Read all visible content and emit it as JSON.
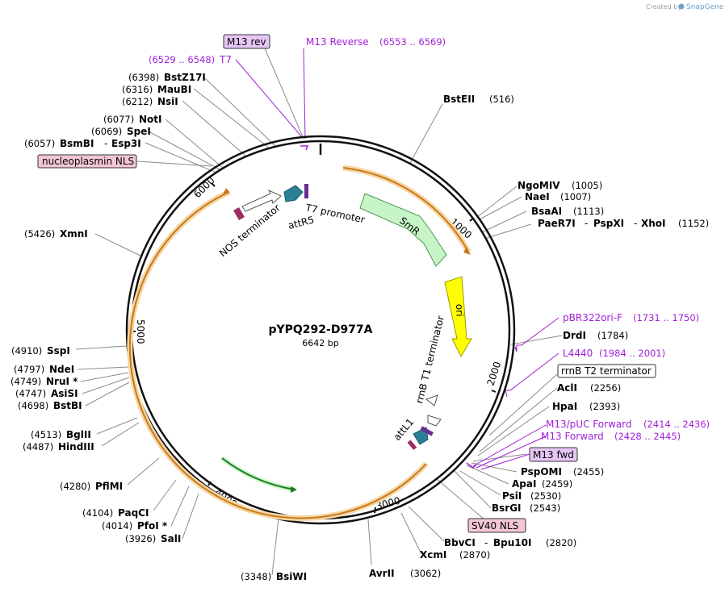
{
  "credit": {
    "prefix": "Created by",
    "brand": "SnapGene"
  },
  "plasmid": {
    "name": "pYPQ292-D977A",
    "length": "6642 bp"
  },
  "ticks": [
    "1000",
    "2000",
    "3000",
    "4000",
    "5000",
    "6000"
  ],
  "sites": [
    {
      "id": "bstz17i",
      "pos": "(6398)",
      "name": "BstZ17I"
    },
    {
      "id": "maubi",
      "pos": "(6316)",
      "name": "MauBI"
    },
    {
      "id": "nsii",
      "pos": "(6212)",
      "name": "NsiI"
    },
    {
      "id": "noti",
      "pos": "(6077)",
      "name": "NotI"
    },
    {
      "id": "spei",
      "pos": "(6069)",
      "name": "SpeI"
    },
    {
      "id": "bsmbi",
      "pos": "(6057)",
      "name": "BsmBI",
      "name2": "Esp3I"
    },
    {
      "id": "xmni",
      "pos": "(5426)",
      "name": "XmnI"
    },
    {
      "id": "sspi",
      "pos": "(4910)",
      "name": "SspI"
    },
    {
      "id": "ndei",
      "pos": "(4797)",
      "name": "NdeI"
    },
    {
      "id": "nrui",
      "pos": "(4749)",
      "name": "NruI *"
    },
    {
      "id": "asisi",
      "pos": "(4747)",
      "name": "AsiSI"
    },
    {
      "id": "bstbi",
      "pos": "(4698)",
      "name": "BstBI"
    },
    {
      "id": "bglii",
      "pos": "(4513)",
      "name": "BglII"
    },
    {
      "id": "hindiii",
      "pos": "(4487)",
      "name": "HindIII"
    },
    {
      "id": "pflmi",
      "pos": "(4280)",
      "name": "PflMI"
    },
    {
      "id": "paqci",
      "pos": "(4104)",
      "name": "PaqCI"
    },
    {
      "id": "pfoi",
      "pos": "(4014)",
      "name": "PfoI *"
    },
    {
      "id": "sali",
      "pos": "(3926)",
      "name": "SalI"
    },
    {
      "id": "bsiwi",
      "pos": "(3348)",
      "name": "BsiWI"
    },
    {
      "id": "avrii",
      "name": "AvrII",
      "pos": "(3062)"
    },
    {
      "id": "xcmi",
      "name": "XcmI",
      "pos": "(2870)"
    },
    {
      "id": "bbvci",
      "name": "BbvCI",
      "name2": "Bpu10I",
      "pos": "(2820)"
    },
    {
      "id": "bsrgi",
      "name": "BsrGI",
      "pos": "(2543)"
    },
    {
      "id": "psii",
      "name": "PsiI",
      "pos": "(2530)"
    },
    {
      "id": "apai",
      "name": "ApaI",
      "pos": "(2459)"
    },
    {
      "id": "pspomi",
      "name": "PspOMI",
      "pos": "(2455)"
    },
    {
      "id": "hpai",
      "name": "HpaI",
      "pos": "(2393)"
    },
    {
      "id": "acli",
      "name": "AclI",
      "pos": "(2256)"
    },
    {
      "id": "drdi",
      "name": "DrdI",
      "pos": "(1784)"
    },
    {
      "id": "paer7i",
      "name": "PaeR7I",
      "name2": "PspXI",
      "name3": "XhoI",
      "pos": "(1152)"
    },
    {
      "id": "bsaai",
      "name": "BsaAI",
      "pos": "(1113)"
    },
    {
      "id": "naei",
      "name": "NaeI",
      "pos": "(1007)"
    },
    {
      "id": "ngomiv",
      "name": "NgoMIV",
      "pos": "(1005)"
    },
    {
      "id": "bsteii",
      "name": "BstEII",
      "pos": "(516)"
    }
  ],
  "primers": [
    {
      "id": "m13rev-label",
      "name": "M13 rev"
    },
    {
      "id": "m13reverse",
      "name": "M13 Reverse",
      "pos": "(6553 .. 6569)"
    },
    {
      "id": "t7",
      "name": "T7",
      "pos": "(6529 .. 6548)"
    },
    {
      "id": "pbr322",
      "name": "pBR322ori-F",
      "pos": "(1731 .. 1750)"
    },
    {
      "id": "l4440",
      "name": "L4440",
      "pos": "(1984 .. 2001)"
    },
    {
      "id": "m13puc",
      "name": "M13/pUC Forward",
      "pos": "(2414 .. 2436)"
    },
    {
      "id": "m13forward",
      "name": "M13 Forward",
      "pos": "(2428 .. 2445)"
    },
    {
      "id": "m13fwd-label",
      "name": "M13 fwd"
    }
  ],
  "boxed_features": [
    {
      "id": "nucleoplasmin",
      "name": "nucleoplasmin NLS"
    },
    {
      "id": "rrnbt2",
      "name": "rrnB T2 terminator"
    },
    {
      "id": "sv40",
      "name": "SV40 NLS"
    }
  ],
  "map_features": [
    {
      "id": "nos",
      "name": "NOS terminator"
    },
    {
      "id": "attr5",
      "name": "attR5"
    },
    {
      "id": "t7promoter",
      "name": "T7 promoter"
    },
    {
      "id": "smr",
      "name": "SmR"
    },
    {
      "id": "ori",
      "name": "ori"
    },
    {
      "id": "rrnbt1",
      "name": "rrnB T1 terminator"
    },
    {
      "id": "attl1",
      "name": "attL1"
    }
  ],
  "colors": {
    "backbone": "#111111",
    "orf_arc": "#e8a53a",
    "smr": "#c8f5c8",
    "ori": "#ffff00",
    "att": "#2a7f95",
    "t7promoter": "#6b2d8f",
    "nls": "#9b2b66",
    "primer": "#a020d8",
    "primer_box": "#e6c6f5",
    "nls_box": "#f3c6d6"
  }
}
